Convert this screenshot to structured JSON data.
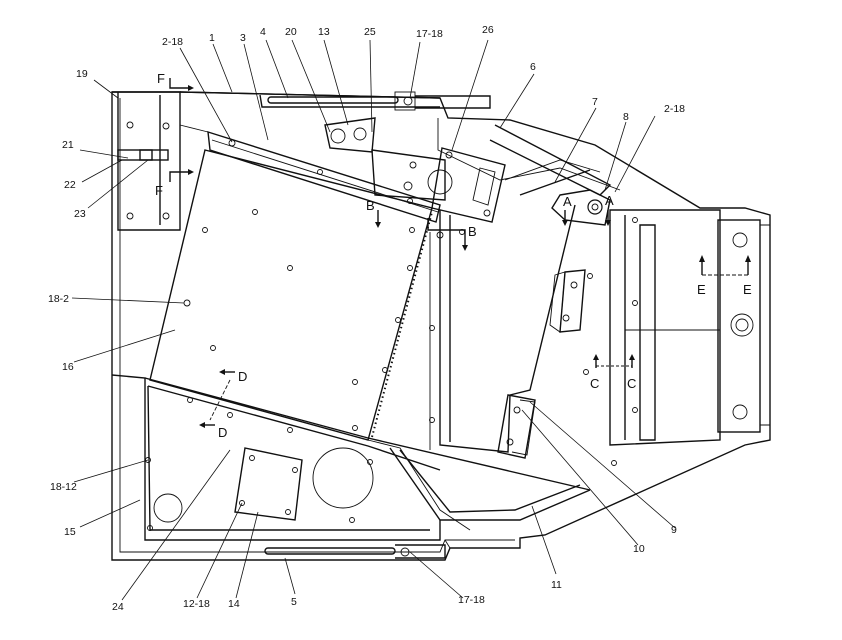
{
  "figure": {
    "part_numbers": [
      "2-18",
      "1",
      "3",
      "4",
      "20",
      "13",
      "25",
      "17-18",
      "26",
      "19",
      "21",
      "22",
      "23",
      "6",
      "7",
      "8",
      "2-18",
      "18-2",
      "16",
      "18-12",
      "15",
      "24",
      "12-18",
      "14",
      "5",
      "17-18",
      "11",
      "10",
      "9"
    ],
    "section_marks": [
      "F",
      "F",
      "B",
      "B",
      "A",
      "A",
      "C",
      "C",
      "D",
      "D",
      "E",
      "E"
    ]
  }
}
